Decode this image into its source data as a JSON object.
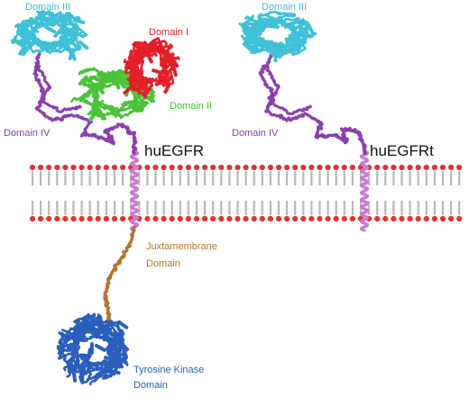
{
  "labels": {
    "domain3_left": "Domain III",
    "domain3_right": "Domain III",
    "domain1": "Domain I",
    "domain2": "Domain II",
    "domain4_left": "Domain IV",
    "domain4_right": "Domain IV",
    "huegfr": "huEGFR",
    "huegfrt": "huEGFRt",
    "juxta_line1": "Juxtamembrane",
    "juxta_line2": "Domain",
    "tk_line1": "Tyrosine Kinase",
    "tk_line2": "Domain"
  },
  "colors": {
    "domain_i": "#e3202a",
    "domain_ii": "#4cc23a",
    "domain_iii": "#3fc0d6",
    "domain_iv": "#8a3fb0",
    "transmembrane": "#c77bd1",
    "juxtamembrane": "#b5742c",
    "tyrosine_kinase": "#2a5fbd",
    "lipid_head": "#e03434",
    "lipid_tail": "#b9b9b9",
    "title_text": "#111111"
  }
}
